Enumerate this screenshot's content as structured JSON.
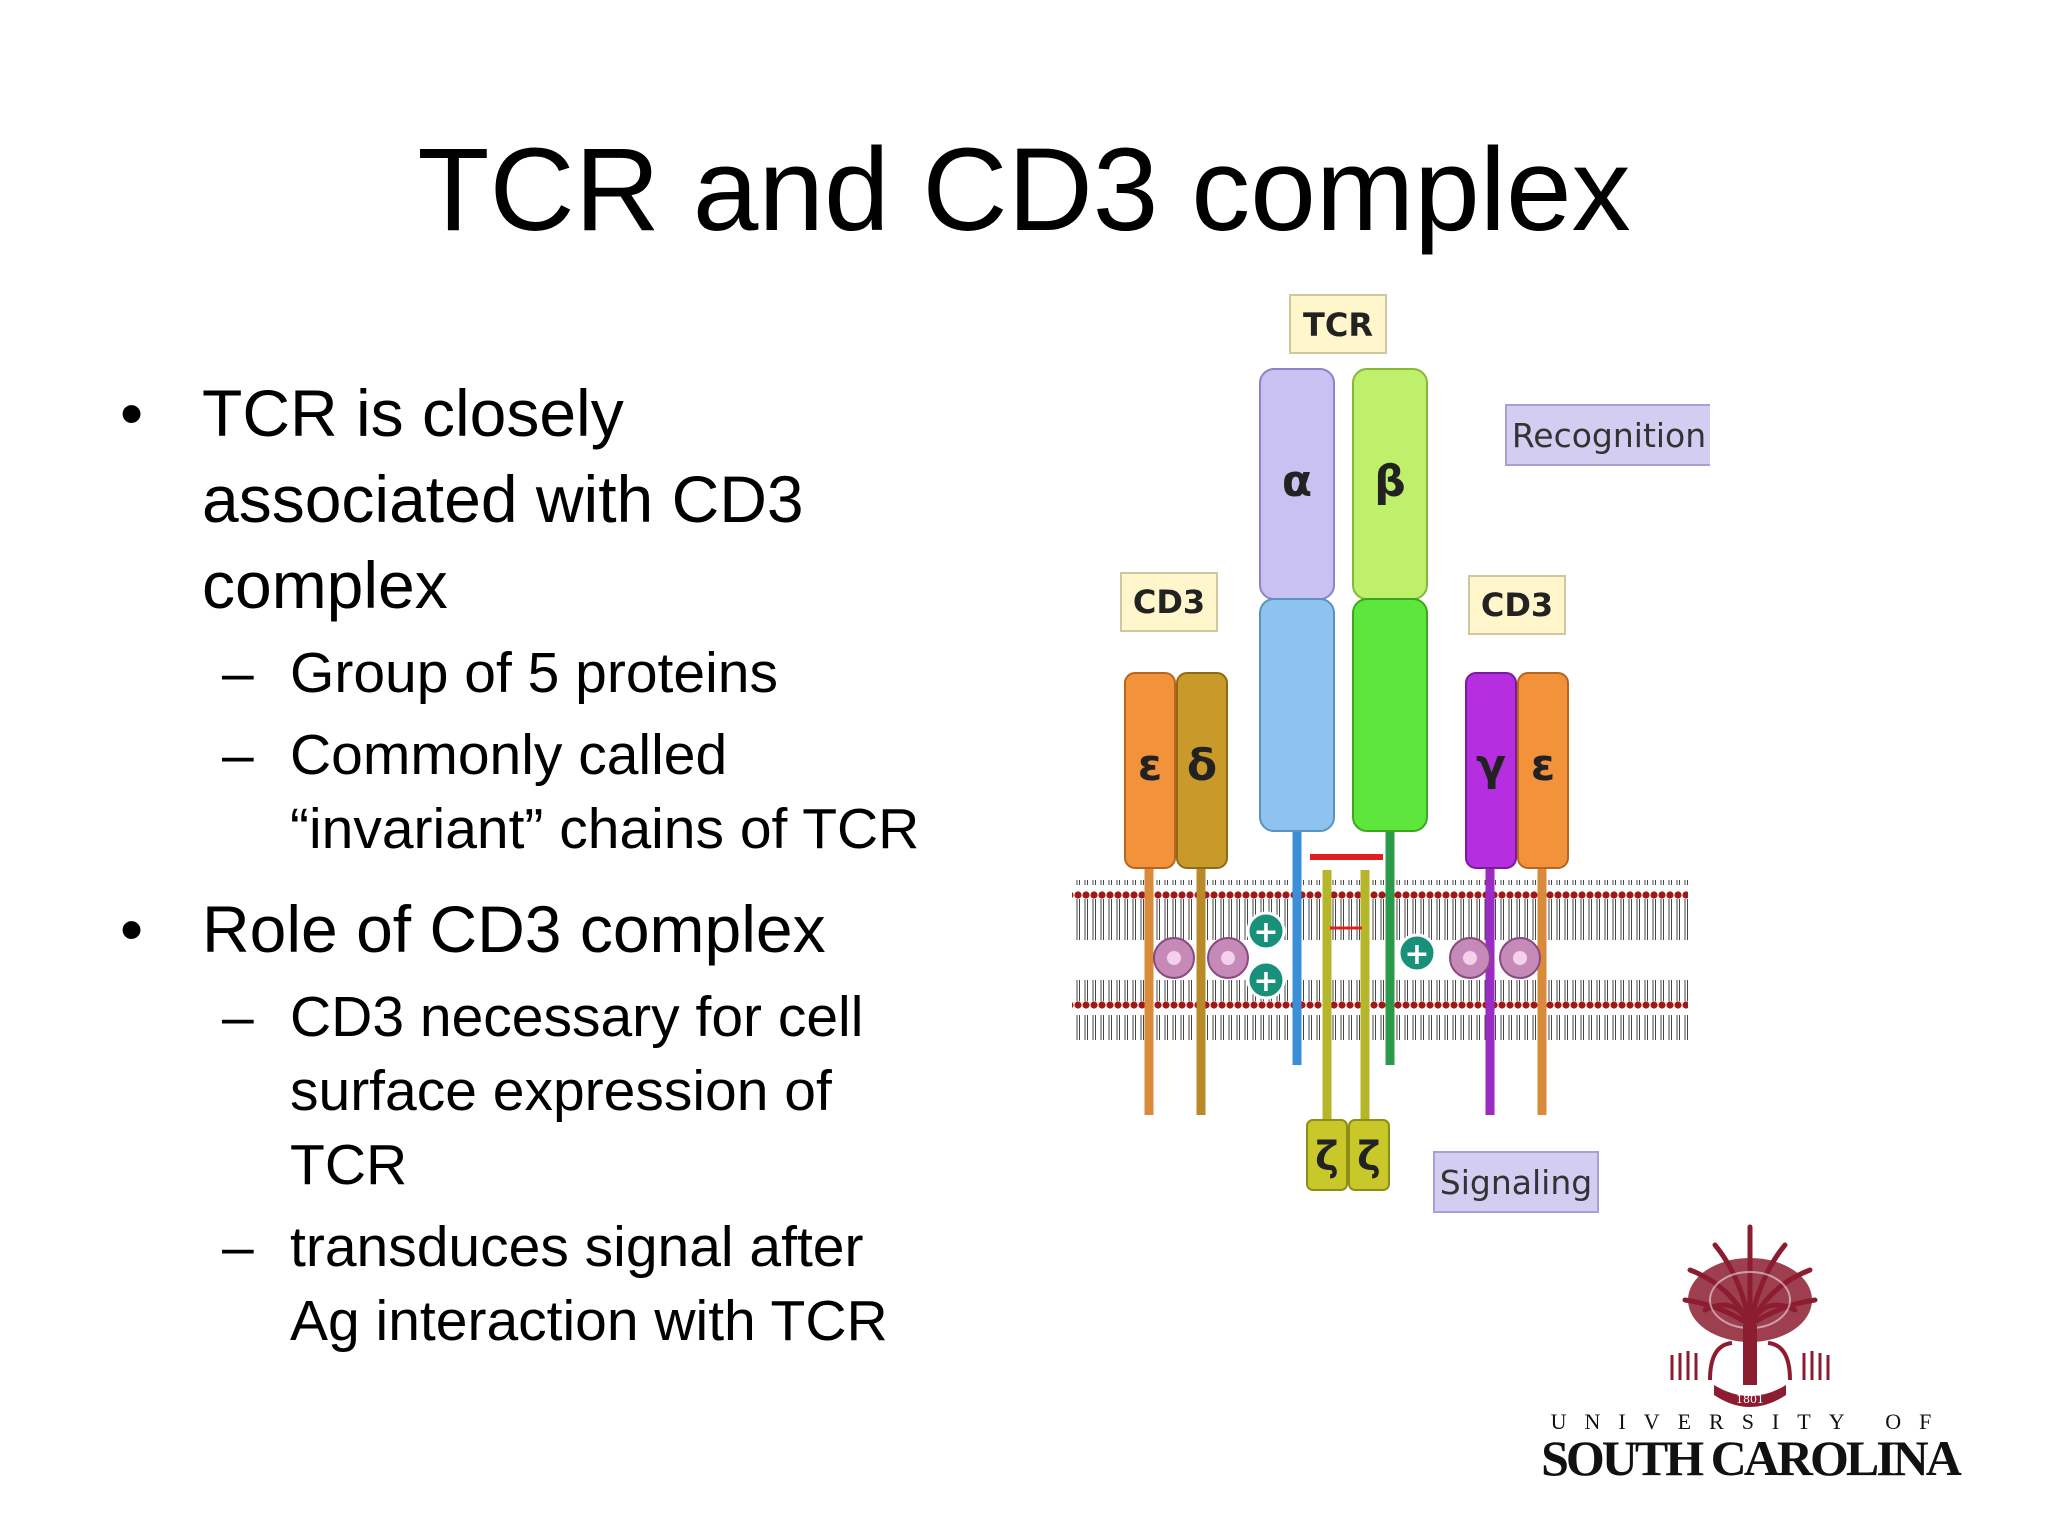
{
  "slide": {
    "title": "TCR and CD3 complex",
    "bullets": [
      {
        "text": "TCR is closely associated with CD3 complex",
        "lines": [
          "TCR is closely",
          "associated with CD3",
          "complex"
        ],
        "sub": [
          {
            "lines": [
              "Group of 5 proteins"
            ]
          },
          {
            "lines": [
              "Commonly called",
              "“invariant” chains of TCR"
            ]
          }
        ]
      },
      {
        "text": "Role of CD3 complex",
        "lines": [
          "Role of CD3 complex"
        ],
        "sub": [
          {
            "lines": [
              "CD3 necessary for cell",
              "surface expression of",
              "TCR"
            ]
          },
          {
            "lines": [
              "transduces signal after",
              "Ag interaction with TCR"
            ]
          }
        ]
      }
    ],
    "bullet_symbol": "•",
    "dash_symbol": "–"
  },
  "diagram": {
    "labels": {
      "tcr": "TCR",
      "cd3_left": "CD3",
      "cd3_right": "CD3",
      "recognition": "Recognition",
      "signaling": "Signaling"
    },
    "chains": {
      "alpha": "α",
      "beta": "β",
      "epsilon_left": "ε",
      "delta": "δ",
      "gamma": "γ",
      "epsilon_right": "ε",
      "zeta_1": "ζ",
      "zeta_2": "ζ"
    },
    "charge_symbol": "+",
    "colors": {
      "alpha_top": "#c9c1f2",
      "alpha_bottom": "#8dc3ee",
      "beta_top": "#bff06c",
      "beta_bottom": "#5fe63c",
      "epsilon": "#f2923a",
      "delta": "#c99a2a",
      "gamma": "#b52ee0",
      "zeta": "#c8c82a",
      "label_box": "#fff6cc",
      "function_box": "#d3cdf2",
      "membrane_head": "#a01818",
      "charge": "#19907a"
    }
  },
  "logo": {
    "line1": "UNIVERSITY OF",
    "line2": "SOUTH CAROLINA",
    "seal_year": "1801",
    "color": "#8c1d30"
  }
}
